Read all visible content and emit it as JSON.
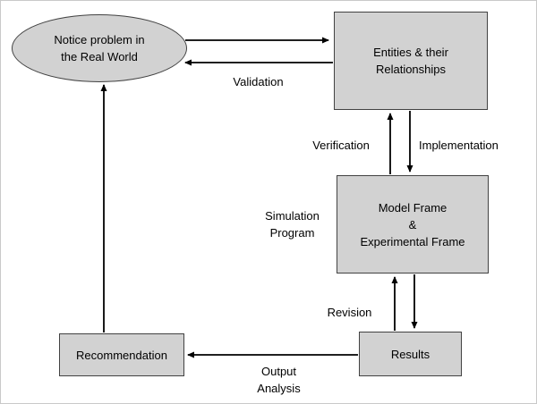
{
  "nodes": {
    "real_world": {
      "line1": "Notice problem in",
      "line2": "the Real World"
    },
    "entities": {
      "line1": "Entities & their",
      "line2": "Relationships"
    },
    "model_frame": {
      "line1": "Model Frame",
      "line2": "&",
      "line3": "Experimental Frame"
    },
    "results": {
      "label": "Results"
    },
    "recommendation": {
      "label": "Recommendation"
    }
  },
  "labels": {
    "validation": "Validation",
    "verification": "Verification",
    "implementation": "Implementation",
    "simulation_line1": "Simulation",
    "simulation_line2": "Program",
    "revision": "Revision",
    "output_line1": "Output",
    "output_line2": "Analysis"
  },
  "colors": {
    "node_fill": "#d2d2d2",
    "node_border": "#424242",
    "arrow": "#000000",
    "background": "#ffffff"
  }
}
